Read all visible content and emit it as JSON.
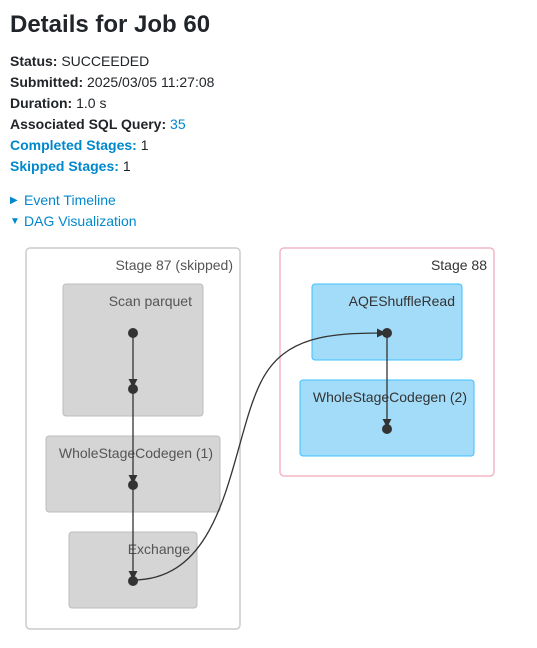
{
  "page": {
    "title": "Details for Job 60"
  },
  "summary": {
    "status_label": "Status:",
    "status_value": "SUCCEEDED",
    "submitted_label": "Submitted:",
    "submitted_value": "2025/03/05 11:27:08",
    "duration_label": "Duration:",
    "duration_value": "1.0 s",
    "sql_label": "Associated SQL Query:",
    "sql_value": "35",
    "completed_label": "Completed Stages:",
    "completed_value": "1",
    "skipped_label": "Skipped Stages:",
    "skipped_value": "1"
  },
  "toggles": {
    "event_timeline": "Event Timeline",
    "dag_visualization": "DAG Visualization"
  },
  "dag": {
    "stage_a": {
      "label": "Stage 87 (skipped)",
      "nodes": [
        "Scan parquet",
        "WholeStageCodegen (1)",
        "Exchange"
      ]
    },
    "stage_b": {
      "label": "Stage 88",
      "nodes": [
        "AQEShuffleRead",
        "WholeStageCodegen (2)"
      ]
    }
  },
  "colors": {
    "link": "#0088cc",
    "skipped_fill": "#d5d5d5",
    "active_fill": "#a3dcf9",
    "active_stroke": "#3ec0ff",
    "stage_b_border": "#f3b6c6"
  }
}
